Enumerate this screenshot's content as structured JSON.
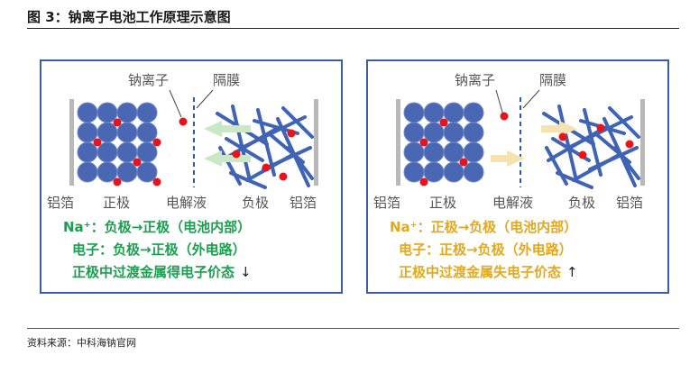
{
  "figure": {
    "title": "图 3：钠离子电池工作原理示意图",
    "source": "资料来源：中科海钠官网"
  },
  "colors": {
    "frame": "#3a5da6",
    "sphere": "#4a67b3",
    "ion": "#e8141c",
    "fiber": "#3f63b5",
    "foil": "#b8b8b8",
    "separator": "#2c5aa8",
    "discharge_text": "#1aa04f",
    "charge_text": "#e3a81c"
  },
  "panels": [
    {
      "id": "discharge",
      "ion_label": "钠离子",
      "separator_label": "隔膜",
      "foil_left_label": "铝箔",
      "cathode_label": "正极",
      "electrolyte_label": "电解液",
      "anode_label": "负极",
      "foil_right_label": "铝箔",
      "line1": "Na⁺：负极→正极（电池内部）",
      "line2": "电子：负极→正极（外电路）",
      "line3": "正极中过渡金属得电子价态",
      "line3_arrow": "↓",
      "flow_direction": "left"
    },
    {
      "id": "charge",
      "ion_label": "钠离子",
      "separator_label": "隔膜",
      "foil_left_label": "铝箔",
      "cathode_label": "正极",
      "electrolyte_label": "电解液",
      "anode_label": "负极",
      "foil_right_label": "铝箔",
      "line1": "Na⁺：正极→负极（电池内部）",
      "line2": "电子：正极→负极（外电路）",
      "line3": "正极中过渡金属失电子价态",
      "line3_arrow": "↑",
      "flow_direction": "right"
    }
  ]
}
